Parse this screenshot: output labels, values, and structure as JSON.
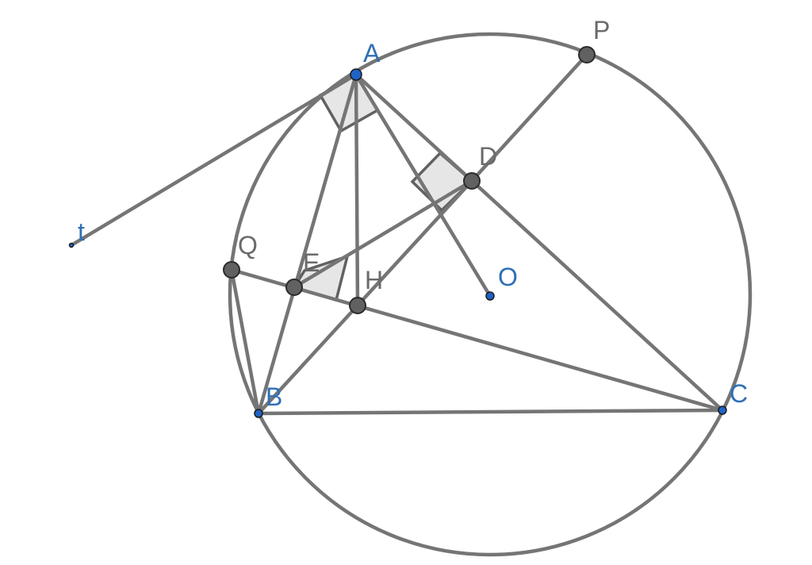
{
  "diagram": {
    "labels": {
      "A": "A",
      "B": "B",
      "C": "C",
      "D": "D",
      "E": "E",
      "H": "H",
      "O": "O",
      "P": "P",
      "Q": "Q",
      "t": "t"
    },
    "colors": {
      "line": "#757575",
      "point_gray": "#616161",
      "point_blue": "#1f63c7",
      "label_blue": "#2f6fb5",
      "label_gray": "#6a6a6a",
      "right_angle_fill": "#e6e6e6"
    }
  }
}
